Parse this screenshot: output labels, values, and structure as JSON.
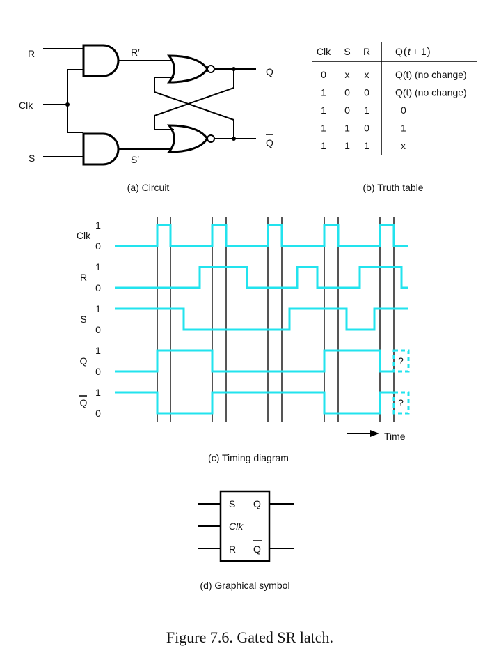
{
  "circuit": {
    "inputs": [
      "R",
      "Clk",
      "S"
    ],
    "internal": [
      "R′",
      "S′"
    ],
    "outputs": [
      "Q",
      "Q"
    ],
    "caption": "(a) Circuit"
  },
  "truth_table": {
    "headers": [
      "Clk",
      "S",
      "R",
      "Q",
      "t",
      "+ 1"
    ],
    "rows": [
      [
        "0",
        "x",
        "x",
        "Q(t) (no change)"
      ],
      [
        "1",
        "0",
        "0",
        "Q(t) (no change)"
      ],
      [
        "1",
        "0",
        "1",
        "0"
      ],
      [
        "1",
        "1",
        "0",
        "1"
      ],
      [
        "1",
        "1",
        "1",
        "x"
      ]
    ],
    "caption": "(b) Truth table"
  },
  "timing": {
    "signals": [
      {
        "name": "Clk",
        "levels": [
          0,
          1,
          0,
          1,
          0,
          1,
          0,
          1,
          0,
          1,
          0
        ]
      },
      {
        "name": "R",
        "levels": [
          0,
          1,
          0,
          1,
          0,
          1,
          0
        ]
      },
      {
        "name": "S",
        "levels": [
          1,
          0,
          1,
          0,
          1
        ]
      },
      {
        "name": "Q",
        "levels": [
          0,
          1,
          0,
          1,
          0,
          "?"
        ]
      },
      {
        "name": "Q",
        "levels": [
          1,
          0,
          1,
          0,
          1,
          "?"
        ]
      }
    ],
    "level_labels": [
      "1",
      "0"
    ],
    "time_label": "Time",
    "unknown_mark": "?",
    "caption": "(c) Timing diagram",
    "signal_color": "#22e3ee"
  },
  "symbol": {
    "pins": [
      "S",
      "Q",
      "Clk",
      "R",
      "Q"
    ],
    "caption": "(d) Graphical symbol"
  },
  "figure_title": "Figure 7.6.  Gated SR latch."
}
